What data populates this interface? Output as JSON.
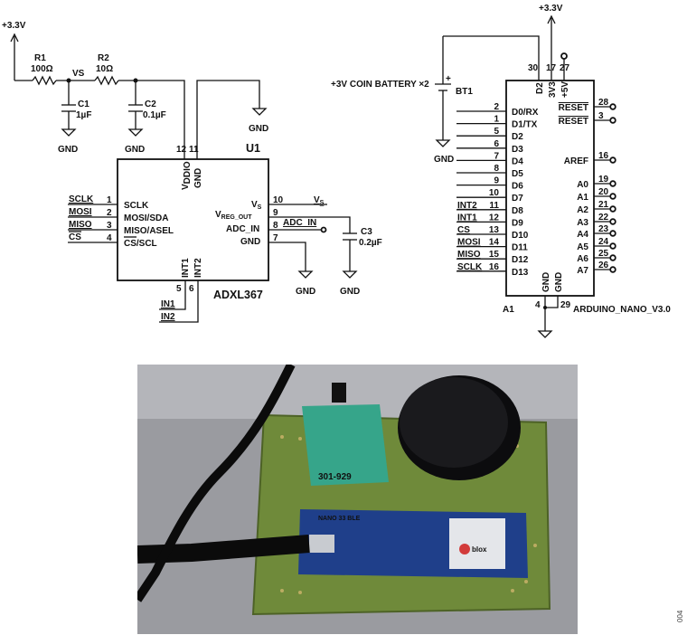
{
  "supply_left": "+3.3V",
  "supply_right": "+3.3V",
  "r1": {
    "name": "R1",
    "value": "100Ω"
  },
  "r2": {
    "name": "R2",
    "value": "10Ω"
  },
  "net_vs": "VS",
  "c1": {
    "name": "C1",
    "value": "1µF"
  },
  "c2": {
    "name": "C2",
    "value": "0.1µF"
  },
  "c3": {
    "name": "C3",
    "value": "0.2µF"
  },
  "gnd": "GND",
  "u1": {
    "ref": "U1",
    "part": "ADXL367",
    "vddio": "V",
    "vddio_sub": "DDIO",
    "gnd_top": "GND",
    "pin_vddio": "12",
    "pin_gnd_top": "11",
    "left_pins": [
      {
        "net": "SCLK",
        "num": "1",
        "name": "SCLK"
      },
      {
        "net": "MOSI",
        "num": "2",
        "name": "MOSI/SDA"
      },
      {
        "net": "MISO",
        "num": "3",
        "name": "MISO/ASEL"
      },
      {
        "net": "CS",
        "num": "4",
        "name": "CS/SCL"
      }
    ],
    "right_pins": [
      {
        "num": "10",
        "name": "V",
        "sub": "S",
        "net": "V",
        "net_sub": "S"
      },
      {
        "num": "9",
        "name": "V",
        "sub": "REG_OUT",
        "net": "",
        "net_sub": ""
      },
      {
        "num": "8",
        "name": "ADC_IN",
        "sub": "",
        "net": "ADC_IN",
        "net_sub": ""
      },
      {
        "num": "7",
        "name": "GND",
        "sub": "",
        "net": "",
        "net_sub": ""
      }
    ],
    "bottom_pins": [
      {
        "num": "5",
        "name": "INT1",
        "net": "IN1"
      },
      {
        "num": "6",
        "name": "INT2",
        "net": "IN2"
      }
    ]
  },
  "battery": {
    "label": "+3V COIN BATTERY ×2",
    "ref": "BT1",
    "plus": "+"
  },
  "a1": {
    "ref": "A1",
    "part": "ARDUINO_NANO_V3.0",
    "top_pins": [
      {
        "num": "30",
        "name": "D2"
      },
      {
        "num": "17",
        "name": "3V3"
      },
      {
        "num": "27",
        "name": "+5V"
      }
    ],
    "left_pins": [
      {
        "num": "2",
        "name": "D0/RX",
        "net": ""
      },
      {
        "num": "1",
        "name": "D1/TX",
        "net": ""
      },
      {
        "num": "5",
        "name": "D2",
        "net": ""
      },
      {
        "num": "6",
        "name": "D3",
        "net": ""
      },
      {
        "num": "7",
        "name": "D4",
        "net": ""
      },
      {
        "num": "8",
        "name": "D5",
        "net": ""
      },
      {
        "num": "9",
        "name": "D6",
        "net": ""
      },
      {
        "num": "10",
        "name": "D7",
        "net": ""
      },
      {
        "num": "11",
        "name": "D8",
        "net": "INT2"
      },
      {
        "num": "12",
        "name": "D9",
        "net": "INT1"
      },
      {
        "num": "13",
        "name": "D10",
        "net": "CS"
      },
      {
        "num": "14",
        "name": "D11",
        "net": "MOSI"
      },
      {
        "num": "15",
        "name": "D12",
        "net": "MISO"
      },
      {
        "num": "16",
        "name": "D13",
        "net": "SCLK"
      }
    ],
    "right_pins": [
      {
        "num": "28",
        "name": "RESET"
      },
      {
        "num": "3",
        "name": "RESET"
      },
      {
        "num": "16",
        "name": "AREF"
      },
      {
        "num": "19",
        "name": "A0"
      },
      {
        "num": "20",
        "name": "A1"
      },
      {
        "num": "21",
        "name": "A2"
      },
      {
        "num": "22",
        "name": "A3"
      },
      {
        "num": "23",
        "name": "A4"
      },
      {
        "num": "24",
        "name": "A5"
      },
      {
        "num": "25",
        "name": "A6"
      },
      {
        "num": "26",
        "name": "A7"
      }
    ],
    "bottom_pins": [
      {
        "num": "4",
        "name": "GND"
      },
      {
        "num": "29",
        "name": "GND"
      }
    ]
  },
  "photo": {
    "breakout_label": "301-929",
    "nano_label": "NANO 33 BLE",
    "module_brand": "blox"
  },
  "figure_number": "004"
}
